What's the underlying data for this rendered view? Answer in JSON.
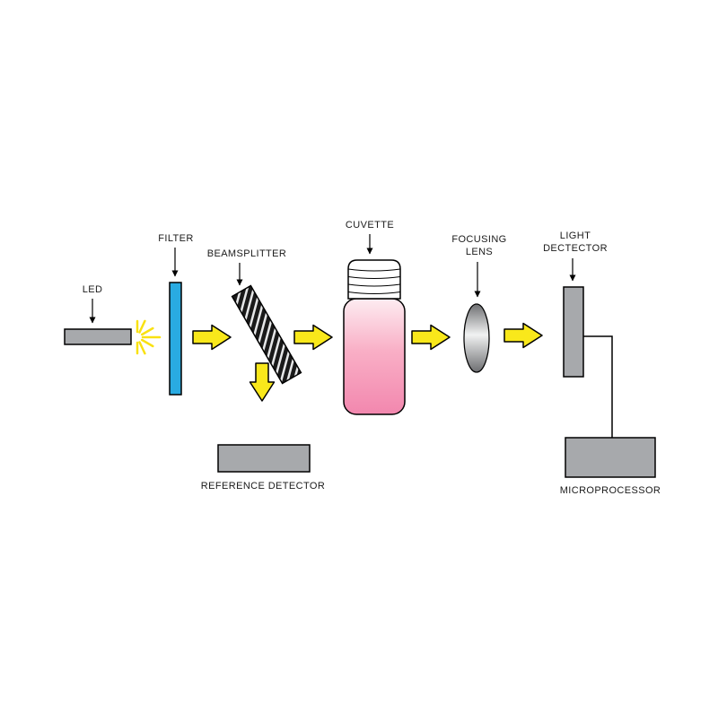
{
  "diagram": {
    "labels": {
      "led": "LED",
      "filter": "FILTER",
      "beamsplitter": "BEAMSPLITTER",
      "cuvette": "CUVETTE",
      "focusing_lens_1": "FOCUSING",
      "focusing_lens_2": "LENS",
      "light_detector_1": "LIGHT",
      "light_detector_2": "DECTECTOR",
      "reference_detector": "REFERENCE DETECTOR",
      "microprocessor": "MICROPROCESSOR"
    },
    "colors": {
      "background": "#FFFFFF",
      "arrow_yellow": "#F9E81B",
      "ray_yellow": "#F9E111",
      "component_gray": "#A7A9AC",
      "filter_blue": "#29ABE2",
      "beamsplitter_base": "#E6E7E8",
      "beamsplitter_stripe": "#1A1A1A",
      "cuvette_cap_white": "#FFFFFF",
      "cuvette_pink_top": "#FDECF1",
      "cuvette_pink_mid": "#F9AFC6",
      "cuvette_pink_bottom": "#F287AE",
      "lens_dark": "#6D6E71",
      "lens_light": "#F1F2F2",
      "outline": "#000000",
      "label_text": "#1A1A1A"
    }
  }
}
